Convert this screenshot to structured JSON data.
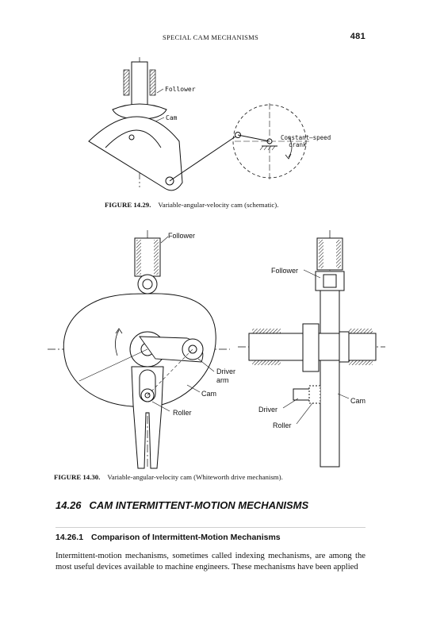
{
  "header": {
    "running_title": "SPECIAL CAM MECHANISMS",
    "page_number": "481"
  },
  "figure1": {
    "labels": {
      "follower": "Follower",
      "cam": "Cam",
      "crank_line1": "Constant–speed",
      "crank_line2": "crank"
    },
    "caption_label": "FIGURE 14.29.",
    "caption_text": "Variable-angular-velocity cam (schematic)."
  },
  "figure2": {
    "labels": {
      "follower_left": "Follower",
      "follower_right": "Follower",
      "driver_arm_line1": "Driver",
      "driver_arm_line2": "arm",
      "cam_left": "Cam",
      "roller_left": "Roller",
      "driver_right": "Driver",
      "cam_right": "Cam",
      "roller_right": "Roller"
    },
    "caption_label": "FIGURE 14.30.",
    "caption_text": "Variable-angular-velocity cam (Whiteworth drive mechanism)."
  },
  "section": {
    "number": "14.26",
    "title": "CAM INTERMITTENT-MOTION MECHANISMS"
  },
  "subsection": {
    "number": "14.26.1",
    "title": "Comparison of Intermittent-Motion Mechanisms"
  },
  "body": {
    "paragraph": "Intermittent-motion mechanisms, sometimes called indexing mechanisms, are among the most useful devices available to machine engineers. These mechanisms have been applied"
  }
}
